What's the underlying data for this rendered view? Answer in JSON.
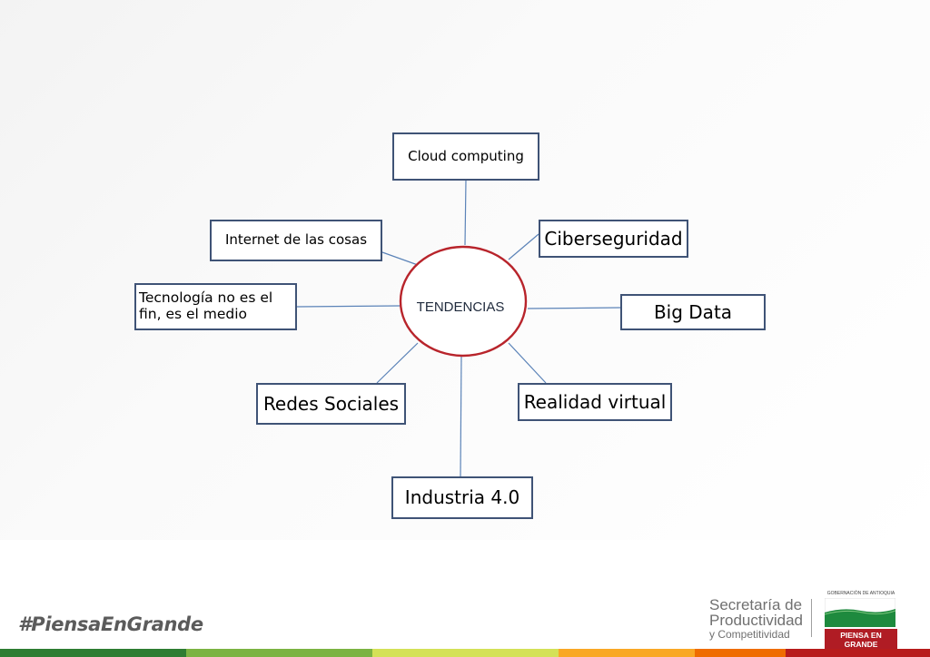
{
  "diagram": {
    "center": "TENDENCIAS",
    "nodes": [
      {
        "id": "cloud",
        "label": "Cloud computing"
      },
      {
        "id": "iot",
        "label": "Internet de las cosas"
      },
      {
        "id": "ciber",
        "label": "Ciberseguridad"
      },
      {
        "id": "tec",
        "label": "Tecnología no es el fin, es el medio"
      },
      {
        "id": "bigdata",
        "label": "Big Data"
      },
      {
        "id": "redes",
        "label": "Redes Sociales"
      },
      {
        "id": "realidad",
        "label": "Realidad virtual"
      },
      {
        "id": "industria",
        "label": "Industria 4.0"
      }
    ]
  },
  "footer": {
    "hashtag": "#PiensaEnGrande",
    "secretaria": {
      "line1": "Secretaría de",
      "line2": "Productividad",
      "line3": "y Competitividad"
    },
    "gobernacion": "GOBERNACIÓN DE ANTIOQUIA",
    "motto": "PIENSA EN GRANDE"
  },
  "colors": {
    "box_border": "#3f5376",
    "ellipse_border": "#b8242b",
    "connector": "#5b83b8",
    "bar": [
      "#2e7d32",
      "#7cb342",
      "#d4e157",
      "#f9a825",
      "#ef6c00",
      "#b71c1c"
    ]
  }
}
